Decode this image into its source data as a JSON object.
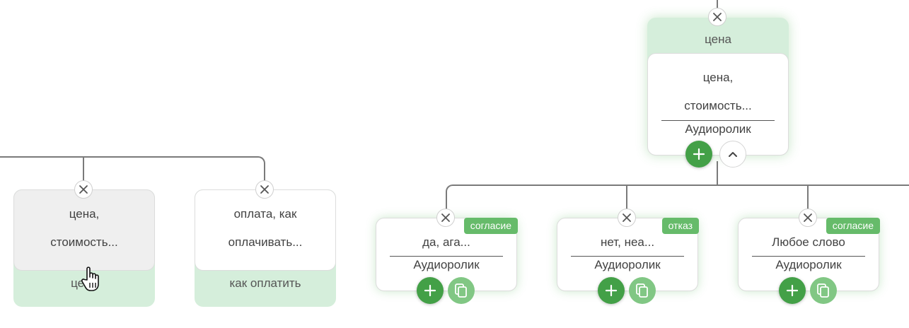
{
  "nodes": {
    "left1": {
      "keywords_line1": "цена,",
      "keywords_line2": "стоимость...",
      "group": "цена"
    },
    "left2": {
      "keywords_line1": "оплата, как",
      "keywords_line2": "оплачивать...",
      "group": "как оплатить"
    },
    "top": {
      "group": "цена",
      "keywords_line1": "цена,",
      "keywords_line2": "стоимость...",
      "media": "Аудиоролик"
    }
  },
  "answers": [
    {
      "badge": "согласие",
      "keywords": "да, ага...",
      "media": "Аудиоролик"
    },
    {
      "badge": "отказ",
      "keywords": "нет, неа...",
      "media": "Аудиоролик"
    },
    {
      "badge": "согласие",
      "keywords": "Любое слово",
      "media": "Аудиоролик"
    }
  ],
  "colors": {
    "accent": "#43a047",
    "accent_light": "#81c784",
    "group_bg": "#d5eedb",
    "badge": "#66bb6a"
  },
  "icons": {
    "close": "close-icon",
    "add": "plus-icon",
    "copy": "copy-icon",
    "collapse": "chevron-up-icon",
    "cursor": "hand-pointer-icon"
  }
}
